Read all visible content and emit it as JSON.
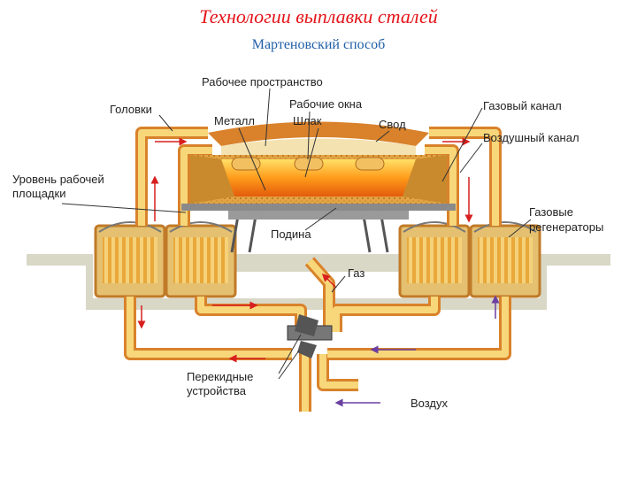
{
  "header": {
    "title": "Технологии выплавки сталей",
    "subtitle": "Мартеновский способ"
  },
  "labels": {
    "working_space": "Рабочее пространство",
    "heads": "Головки",
    "working_windows": "Рабочие окна",
    "metal": "Металл",
    "slag": "Шлак",
    "roof": "Свод",
    "gas_channel": "Газовый канал",
    "air_channel": "Воздушный канал",
    "platform_level_1": "Уровень рабочей",
    "platform_level_2": "площадки",
    "hearth": "Подина",
    "gas_regenerators_1": "Газовые",
    "gas_regenerators_2": "регенераторы",
    "gas": "Газ",
    "reversing_1": "Перекидные",
    "reversing_2": "устройства",
    "air": "Воздух"
  },
  "colors": {
    "title": "#e4141b",
    "subtitle": "#1f5fa8",
    "duct_fill": "#f7d77a",
    "duct_border": "#d9822b",
    "gas_arrow": "#d81e1e",
    "air_arrow": "#6a3fa0",
    "metal_glow": "#ff9b1a",
    "ground": "#d9d8c7"
  }
}
